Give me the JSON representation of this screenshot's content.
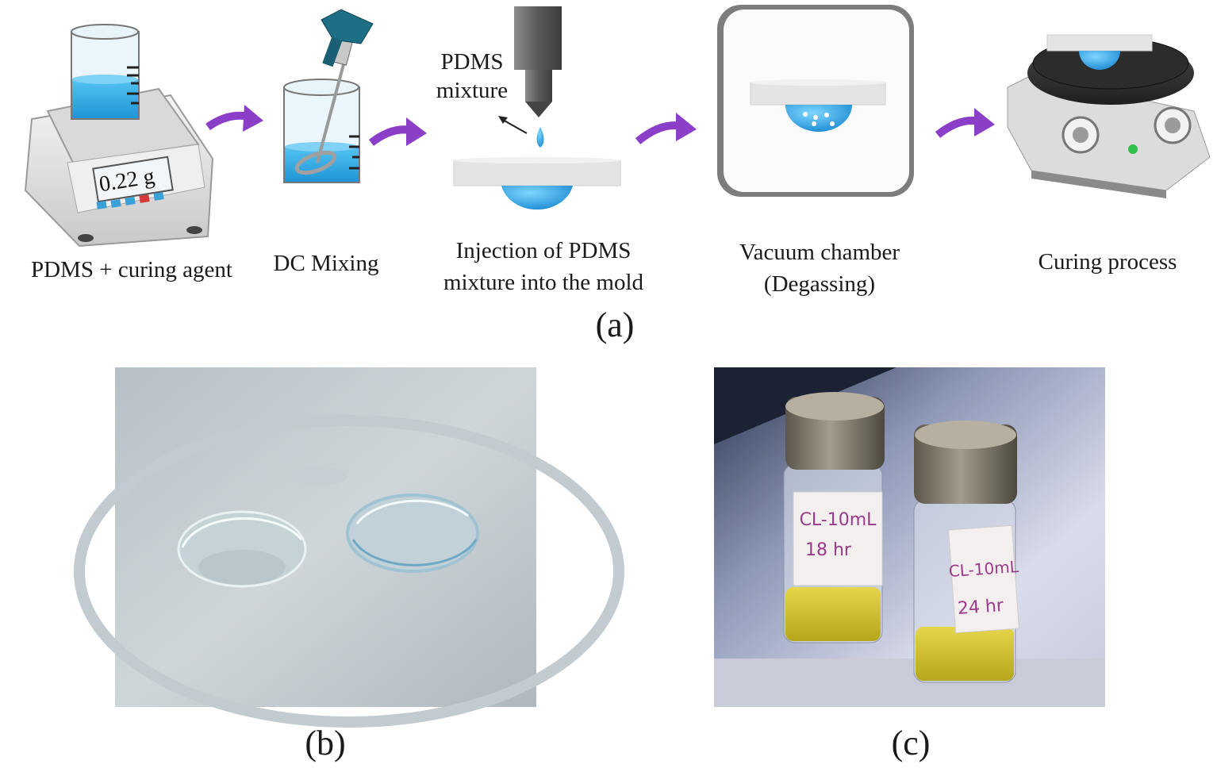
{
  "panel_a": {
    "label": "(a)",
    "steps": [
      {
        "caption": "PDMS + curing agent",
        "scale_reading": "0.22 g",
        "icon": "balance-with-beaker"
      },
      {
        "caption": "DC Mixing",
        "icon": "beaker-with-drill-mixer"
      },
      {
        "caption_line1": "Injection of PDMS",
        "caption_line2": "mixture into the mold",
        "callout_line1": "PDMS",
        "callout_line2": "mixture",
        "icon": "nozzle-over-mold"
      },
      {
        "caption_line1": "Vacuum chamber",
        "caption_line2": "(Degassing)",
        "icon": "vacuum-chamber"
      },
      {
        "caption": "Curing process",
        "icon": "hot-plate"
      }
    ]
  },
  "panel_b": {
    "label": "(b)",
    "photo": "two-contact-lenses-on-plate"
  },
  "panel_c": {
    "label": "(c)",
    "photo": "two-vials-yellow-liquid",
    "vial1_label_line1": "CL-10mL",
    "vial1_label_line2": "18 hr",
    "vial2_label_line1": "CL-10mL",
    "vial2_label_line2": "24 hr"
  },
  "colors": {
    "liquid": "#2fa8e6",
    "arrow": "#8b3fc9",
    "mold": "#e4e4e4",
    "nozzle": "#6b6b6b"
  }
}
